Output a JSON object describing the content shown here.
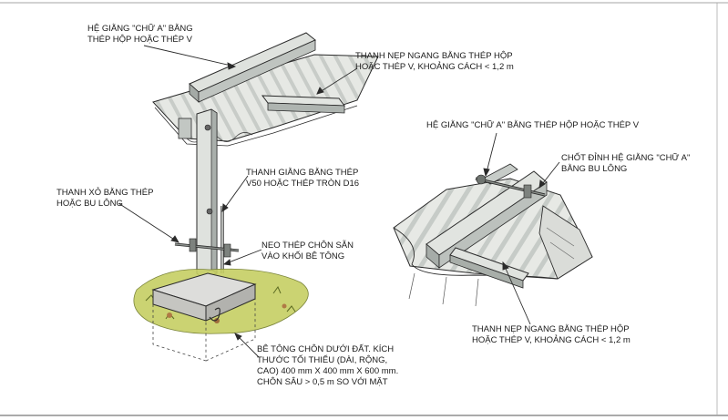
{
  "labels": {
    "left_a_brace": [
      "HỆ GIẰNG \"CHỮ A\" BẰNG",
      "THÉP HỘP HOẶC THÉP V"
    ],
    "left_batten": [
      "THANH NẸP NGANG BẰNG THÉP HỘP",
      "HOẶC THÉP V, KHOẢNG CÁCH < 1,2 m"
    ],
    "left_tie_rod": [
      "THANH GIẰNG BẰNG THÉP",
      "V50 HOẶC THÉP TRÒN D16"
    ],
    "left_bolt": [
      "THANH XỎ BẰNG THÉP",
      "HOẶC BU LÔNG"
    ],
    "left_anchor": [
      "NEO THÉP CHÔN SẴN",
      "VÀO KHỐI BÊ TÔNG"
    ],
    "left_concrete": [
      "BÊ TÔNG CHÔN DƯỚI ĐẤT. KÍCH",
      "THƯỚC TỐI THIỂU (DÀI, RỘNG,",
      "CAO) 400 mm X 400 mm X 600 mm.",
      "CHÔN SÂU > 0,5 m SO VỚI MẶT"
    ],
    "right_a_brace": [
      "HỆ GIẰNG \"CHỮ A\" BẰNG THÉP HỘP HOẶC THÉP V"
    ],
    "right_ridge_pin": [
      "CHỐT ĐỈNH HỆ GIẰNG \"CHỮ A\"",
      "BẰNG BU LÔNG"
    ],
    "right_batten": [
      "THANH NẸP NGANG BẰNG THÉP HỘP",
      "HOẶC THÉP V, KHOẢNG CÁCH < 1,2 m"
    ]
  },
  "colors": {
    "steel": "#d9dcd8",
    "steel_dark": "#9aa09c",
    "roof": "#e4e6e2",
    "concrete": "#cfcfcb",
    "grass": "#b7c24a",
    "soil": "#b07a45",
    "line": "#2b2b2b"
  }
}
